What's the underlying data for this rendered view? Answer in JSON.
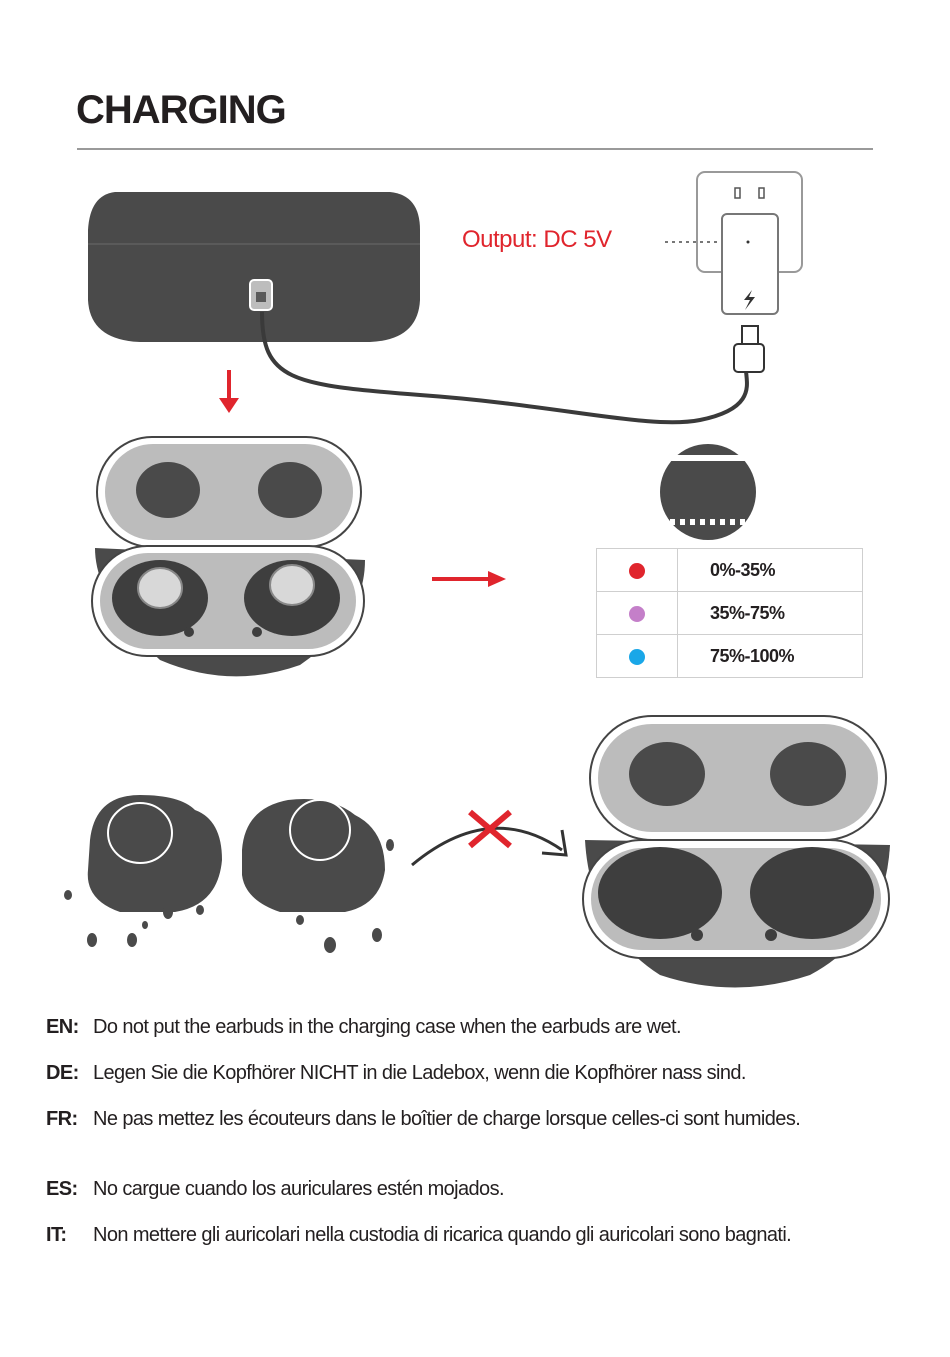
{
  "page": {
    "title": "CHARGING"
  },
  "charger": {
    "output_label": "Output: DC 5V"
  },
  "battery_levels": [
    {
      "color": "#e0252d",
      "range": "0%-35%"
    },
    {
      "color": "#c47fc9",
      "range": "35%-75%"
    },
    {
      "color": "#1aa7e8",
      "range": "75%-100%"
    }
  ],
  "warnings": [
    {
      "code": "EN:",
      "text": "Do not put the earbuds in the charging case when the earbuds are wet."
    },
    {
      "code": "DE:",
      "text": "Legen Sie die Kopfhörer NICHT in die Ladebox, wenn die Kopfhörer nass sind."
    },
    {
      "code": "FR:",
      "text": "Ne pas mettez les écouteurs dans le boîtier de charge lorsque celles-ci sont humides."
    },
    {
      "code": "ES:",
      "text": "No cargue cuando los auriculares estén mojados."
    },
    {
      "code": "IT:",
      "text": "Non mettere gli auricolari nella custodia di ricarica quando gli auricolari sono bagnati."
    }
  ],
  "icons": {
    "accent": "#e0252d",
    "case_color": "#4a4a4a",
    "lightning": "lightning-icon",
    "cross": "no-cross-icon"
  }
}
